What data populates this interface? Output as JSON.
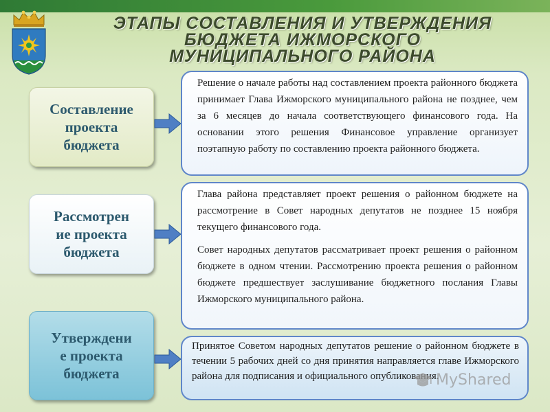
{
  "title": {
    "line1": "ЭТАПЫ СОСТАВЛЕНИЯ И УТВЕРЖДЕНИЯ",
    "line2": "БЮДЖЕТА ИЖМОРСКОГО",
    "line3": "МУНИЦИПАЛЬНОГО РАЙОНА"
  },
  "emblem": {
    "icon": "coat-of-arms-icon"
  },
  "stages": [
    {
      "lines": [
        "Составление",
        "проекта",
        "бюджета"
      ]
    },
    {
      "lines": [
        "Рассмотрен",
        "ие проекта",
        "бюджета"
      ]
    },
    {
      "lines": [
        "Утверждени",
        "е проекта",
        "бюджета"
      ]
    }
  ],
  "descriptions": {
    "composition": "Решение о начале работы над составлением проекта районного бюджета принимает Глава Ижморского муниципального района не позднее, чем за 6 месяцев до начала соответствующего финансового года. На основании этого решения Финансовое управление организует поэтапную работу по составлению проекта районного бюджета.",
    "review_p1": "Глава района представляет проект решения о районном бюджете на рассмотрение в Совет народных депутатов не позднее 15 ноября текущего финансового года.",
    "review_p2": "Совет народных депутатов рассматривает проект решения о районном бюджете в одном чтении. Рассмотрению проекта решения о районном бюджете предшествует заслушивание бюджетного послания Главы Ижморского муниципального района.",
    "approval": "Принятое Советом народных депутатов решение о районном бюджете в течении 5 рабочих дней со дня принятия направляется главе Ижморского района для подписания и официального опубликования."
  },
  "watermark": {
    "text": "MyShared",
    "icon": "mortarboard-icon"
  },
  "colors": {
    "accent_border": "#5f86c9",
    "arrow": "#4f7fc4",
    "stage_text": "#2d5a6e",
    "top_band": "#2f7a35"
  }
}
